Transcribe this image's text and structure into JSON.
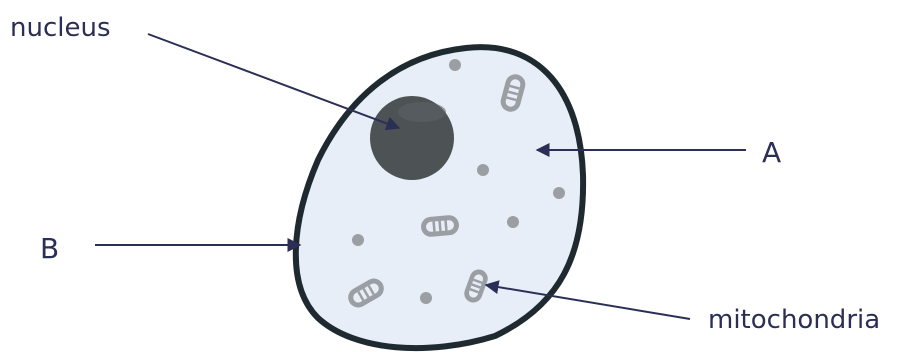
{
  "diagram": {
    "labels": {
      "nucleus": "nucleus",
      "a": "A",
      "b": "B",
      "mitochondria": "mitochondria"
    },
    "colors": {
      "background": "#ffffff",
      "cytoplasm": "#e8eef7",
      "membrane": "#1f2a30",
      "nucleus": "#4d5255",
      "organelle": "#9b9fa3",
      "arrow": "#2b2f55",
      "text": "#2b2f55"
    },
    "structures": [
      "cell-membrane",
      "cytoplasm",
      "nucleus",
      "mitochondria",
      "granules"
    ]
  }
}
